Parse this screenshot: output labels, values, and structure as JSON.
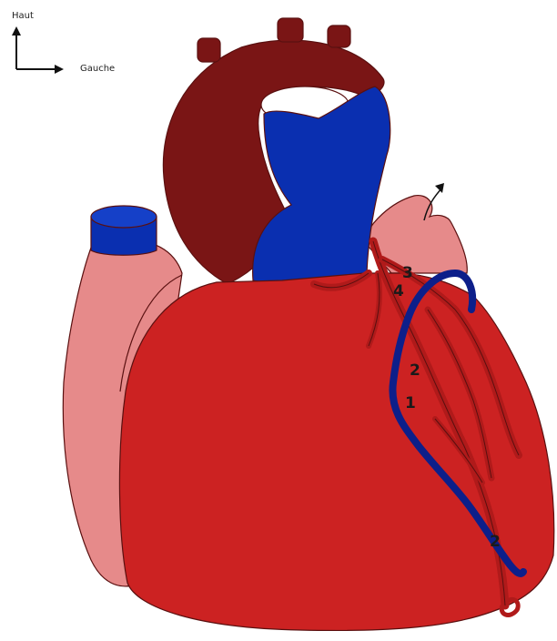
{
  "orientation": {
    "up_label": "Haut",
    "left_label": "Gauche"
  },
  "labels": {
    "l1": "1",
    "l2a": "2",
    "l2b": "2",
    "l3": "3",
    "l4": "4"
  },
  "colors": {
    "ventricle": "#cc2222",
    "atrium": "#e68a8a",
    "aorta": "#7a1515",
    "vein": "#0a2fb0",
    "dark_vein": "#0d1f8a",
    "artery_stroke": "#b01a1a",
    "background": "#ffffff"
  }
}
